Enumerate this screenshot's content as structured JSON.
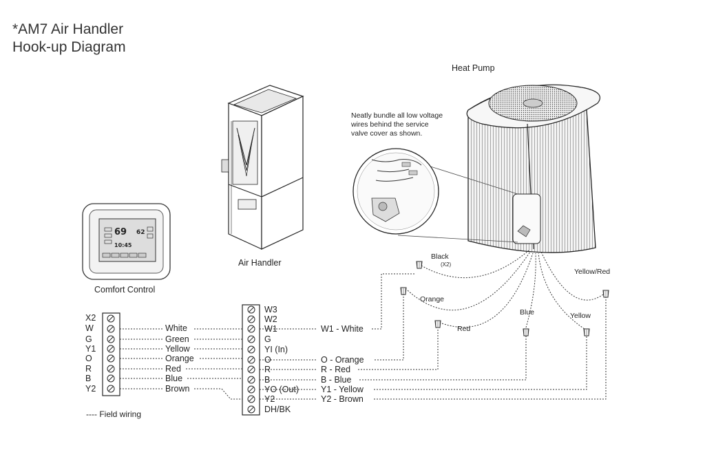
{
  "title": {
    "line1": "*AM7 Air Handler",
    "line2": "Hook-up Diagram"
  },
  "labels": {
    "heat_pump": "Heat Pump",
    "air_handler": "Air Handler",
    "comfort_control": "Comfort Control",
    "note": [
      "Neatly bundle all low voltage",
      "wires behind the service",
      "valve cover as shown."
    ],
    "legend": "---- Field wiring"
  },
  "thermostat_display": {
    "temp_main": "69",
    "temp_set": "62",
    "time": "10:45"
  },
  "thermostat_terminals": [
    "X2",
    "W",
    "G",
    "Y1",
    "O",
    "R",
    "B",
    "Y2"
  ],
  "thermostat_wires": [
    "White",
    "Green",
    "Yellow",
    "Orange",
    "Red",
    "Blue",
    "Brown"
  ],
  "air_handler_terminals": [
    "W3",
    "W2",
    "W1",
    "G",
    "YI  (In)",
    "O",
    "R",
    "B",
    "YO (Out)",
    "Y2",
    "DH/BK"
  ],
  "heat_pump_connections": [
    "W1 - White",
    "O - Orange",
    "R - Red",
    "B - Blue",
    "Y1 - Yellow",
    "Y2 - Brown"
  ],
  "heat_pump_wires": {
    "black": "Black",
    "black_note": "(X2)",
    "orange": "Orange",
    "red": "Red",
    "blue": "Blue",
    "yellow": "Yellow",
    "yellow_red": "Yellow/Red"
  }
}
